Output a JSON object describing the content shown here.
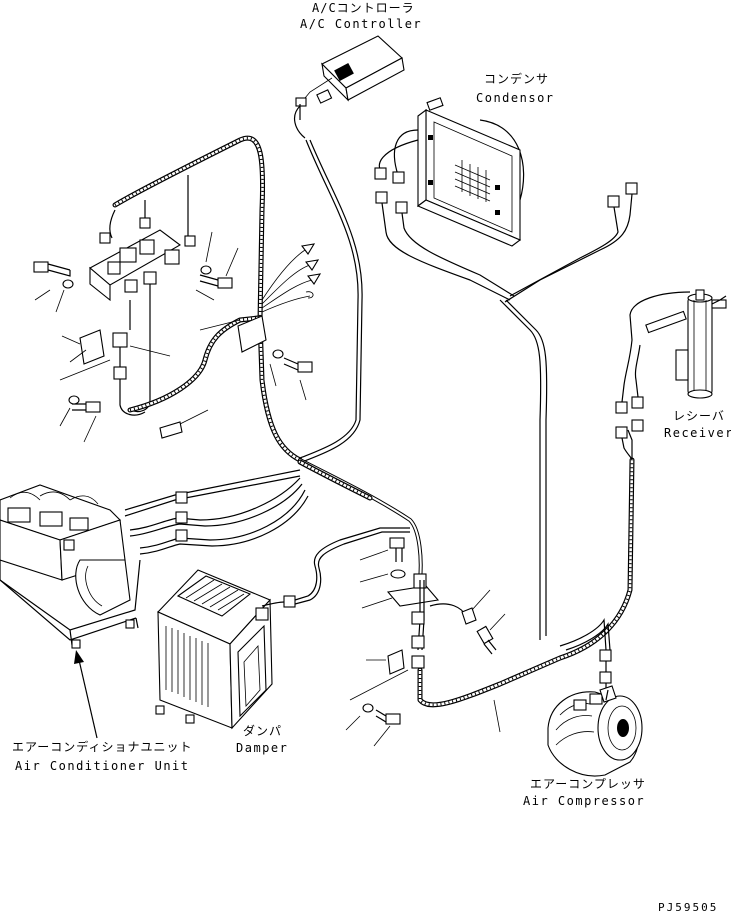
{
  "labels": {
    "ac_controller_jp": "A/Cコントローラ",
    "ac_controller_en": "A/C Controller",
    "condensor_jp": "コンデンサ",
    "condensor_en": "Condensor",
    "receiver_jp": "レシーバ",
    "receiver_en": "Receiver",
    "air_conditioner_unit_jp": "エアーコンディショナユニット",
    "air_conditioner_unit_en": "Air Conditioner Unit",
    "damper_jp": "ダンパ",
    "damper_en": "Damper",
    "air_compressor_jp": "エアーコンプレッサ",
    "air_compressor_en": "Air Compressor"
  },
  "drawing_code": "PJ59505"
}
